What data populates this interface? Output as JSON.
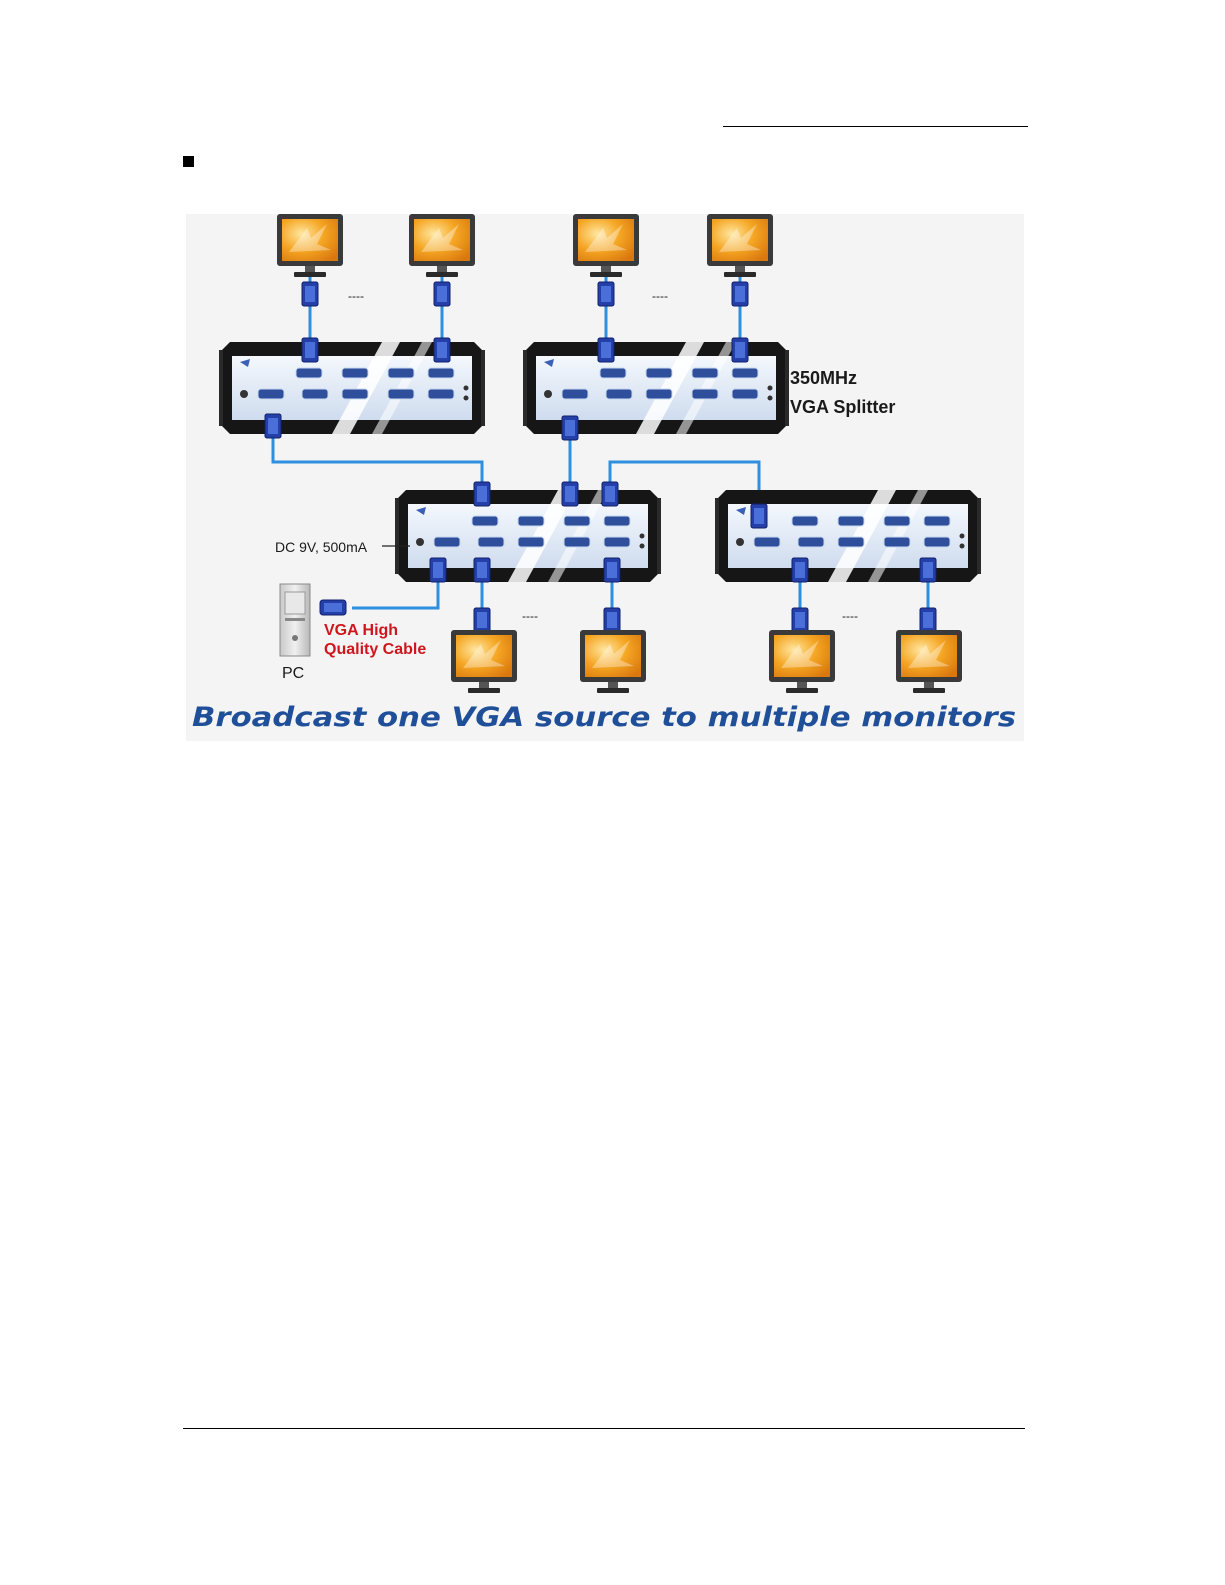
{
  "section": {
    "bullet_icon": "square-bullet-icon"
  },
  "diagram": {
    "device_label_line1": "350MHz",
    "device_label_line2": "VGA Splitter",
    "power_label": "DC 9V, 500mA",
    "cable_label_line1": "VGA High",
    "cable_label_line2": "Quality Cable",
    "pc_label": "PC",
    "banner": "Broadcast one VGA source to multiple monitors",
    "ellipsis": "----",
    "colors": {
      "cable": "#2e8fe0",
      "banner": "#1f4f98",
      "accent_red": "#d0161d",
      "splitter_body": "#161616",
      "splitter_panel": "#dfeaf7",
      "monitor_screen": "#f2a019"
    }
  }
}
